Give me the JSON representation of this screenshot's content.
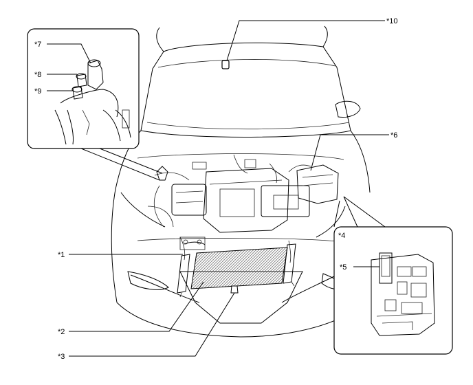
{
  "labels": {
    "c1": "*1",
    "c2": "*2",
    "c3": "*3",
    "c4": "*4",
    "c5": "*5",
    "c6": "*6",
    "c7": "*7",
    "c8": "*8",
    "c9": "*9",
    "c10": "*10"
  }
}
